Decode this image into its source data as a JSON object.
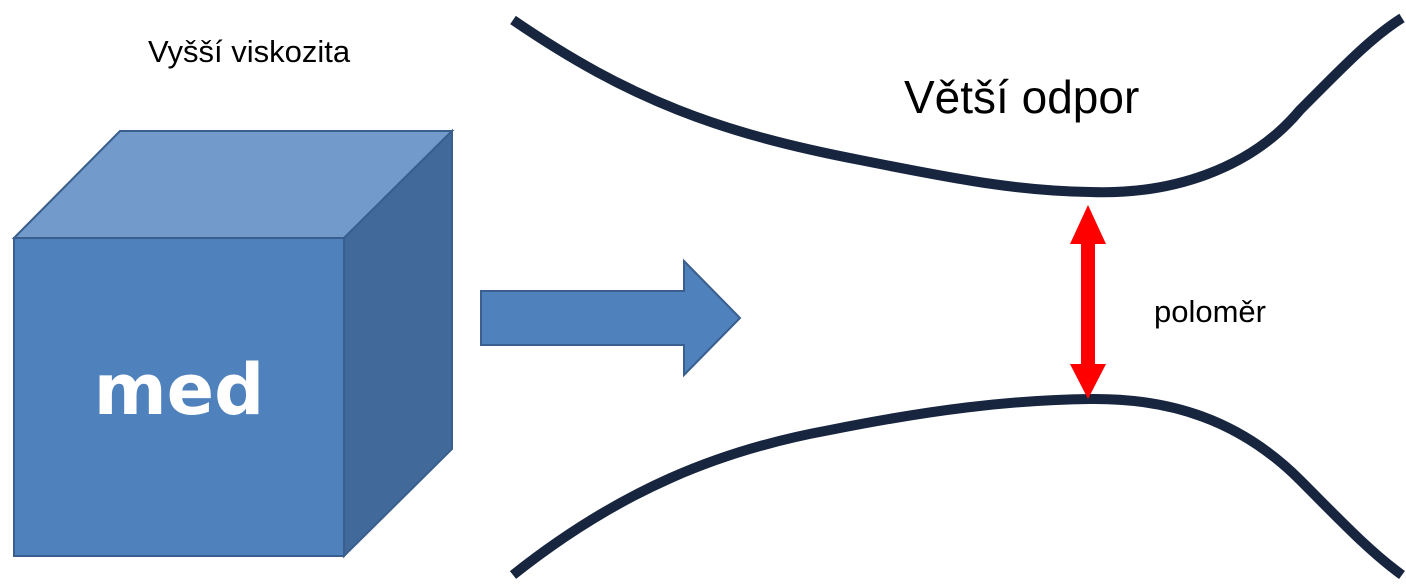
{
  "labels": {
    "viscosity": "Vyšší viskozita",
    "resistance": "Větší odpor",
    "radius": "poloměr",
    "cube": "med"
  },
  "colors": {
    "cube_front": "#4f81bd",
    "cube_top": "#729aca",
    "cube_side": "#41699a",
    "cube_stroke": "#3a5f8e",
    "arrow_fill": "#4f81bd",
    "arrow_stroke": "#3a5f8e",
    "tube_wall": "#17253f",
    "radius_arrow": "#ff0000"
  },
  "icons": {
    "flow_arrow": "right-arrow-icon",
    "radius_arrow": "double-headed-arrow-icon"
  }
}
